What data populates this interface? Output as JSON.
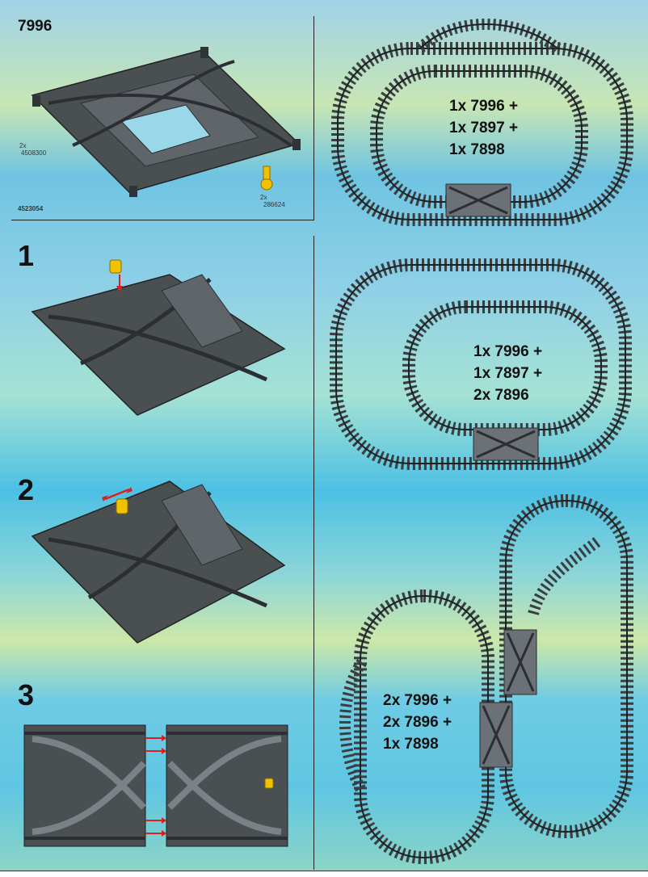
{
  "header": {
    "model_number": "7996"
  },
  "parts": {
    "part_a_qty": "2x",
    "part_a_id": "4508300",
    "part_b_qty": "2x",
    "part_b_id": "286624",
    "main_part_id": "4523054"
  },
  "steps": [
    {
      "number": "1"
    },
    {
      "number": "2"
    },
    {
      "number": "3"
    }
  ],
  "layouts": [
    {
      "lines": [
        "1x 7996 +",
        "1x 7897 +",
        "1x 7898"
      ]
    },
    {
      "lines": [
        "1x 7996 +",
        "1x 7897 +",
        "2x 7896"
      ]
    },
    {
      "lines": [
        "2x 7996 +",
        "2x 7896 +",
        "1x 7898"
      ]
    }
  ],
  "colors": {
    "track": "#2b2f33",
    "tie": "#5a5f63",
    "plate": "#4a4f52",
    "accent_red": "#d82020",
    "lever_yellow": "#f2c200"
  }
}
